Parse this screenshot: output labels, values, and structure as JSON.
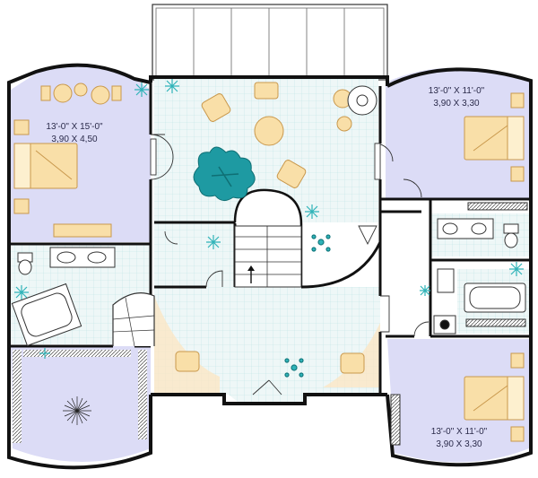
{
  "rooms": {
    "master_bedroom": {
      "dim_imperial": "13'-0\" X 15'-0\"",
      "dim_metric": "3,90 X 4,50"
    },
    "bedroom_top_right": {
      "dim_imperial": "13'-0\" X 11'-0\"",
      "dim_metric": "3,90 X 3,30"
    },
    "bedroom_bottom_right": {
      "dim_imperial": "13'-0\" X 11'-0\"",
      "dim_metric": "3,90 X 3,30"
    }
  },
  "colors": {
    "wall": "#111111",
    "bedroom_fill": "#dcdcf6",
    "tile_fill": "#eef7f7",
    "tile_grid": "#bfe4e6",
    "furniture": "#f9dfa8",
    "furniture_stroke": "#c9984c",
    "plant": "#2fb3b8",
    "rug": "#1e9aa2"
  }
}
